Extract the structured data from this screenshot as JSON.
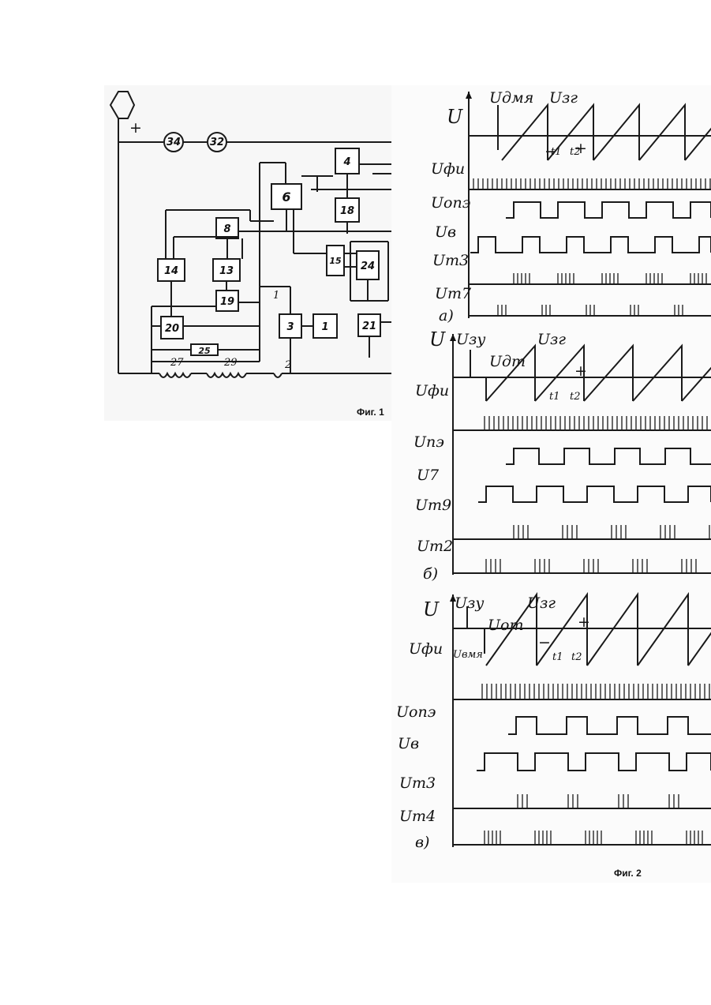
{
  "fig1": {
    "caption": "Фиг. 1",
    "supply_sign": "+",
    "motors": [
      "34",
      "32"
    ],
    "blocks": [
      "4",
      "6",
      "18",
      "8",
      "14",
      "13",
      "19",
      "15",
      "24",
      "20",
      "3",
      "1",
      "21",
      "25"
    ],
    "windings": [
      "27",
      "29"
    ],
    "contact_label": "2",
    "tick_label": "1"
  },
  "fig2": {
    "caption": "Фиг. 2",
    "panel_a": {
      "letter": "a)",
      "axis": "U",
      "ramp_label": "Uзг",
      "ref_label": "Uдмя",
      "minus": "−",
      "plus": "+",
      "t1": "t1",
      "t2": "t2",
      "signals": [
        "Uфи",
        "Uопэ",
        "Uв",
        "Uт3",
        "Uт7"
      ]
    },
    "panel_b": {
      "letter": "б)",
      "axis": "U",
      "ramp_label": "Uзг",
      "ref_label": "Uзу",
      "ref2_label": "Uдт",
      "plus": "+",
      "t1": "t1",
      "t2": "t2",
      "signals": [
        "Uфи",
        "Uпэ",
        "U7",
        "Uт9",
        "Uт2"
      ]
    },
    "panel_c": {
      "letter": "в)",
      "axis": "U",
      "ramp_label": "Uзг",
      "ref_label": "Uзу",
      "ref2_label": "Uот",
      "ref3_label": "Uвмя",
      "minus": "−",
      "plus": "+",
      "t1": "t1",
      "t2": "t2",
      "signals": [
        "Uфи",
        "Uопэ",
        "Uв",
        "Uт3",
        "Uт4"
      ]
    }
  }
}
